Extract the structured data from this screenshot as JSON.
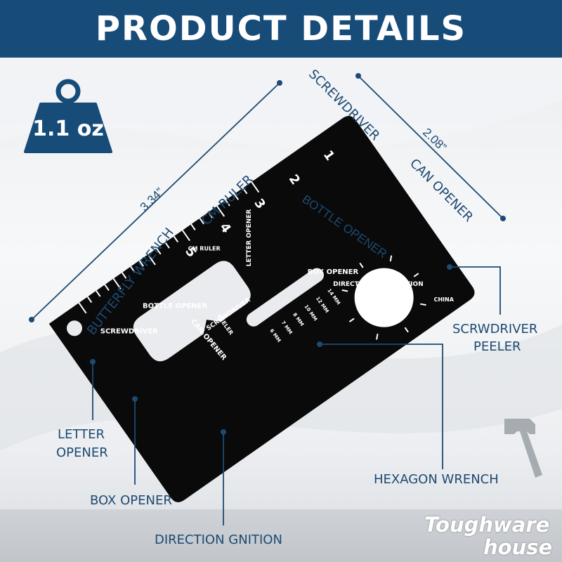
{
  "header": {
    "title": "PRODUCT DETAILS"
  },
  "weight": {
    "value": "1.1 oz"
  },
  "dimensions": {
    "length": "3.34”",
    "width": "2.08”"
  },
  "labels": {
    "screwdriver": "SCREWDRIVER",
    "can_opener": "CAN OPENER",
    "cm_ruler": "CM RULER",
    "bottle_opener": "BOTTLE OPENER",
    "butterfly_wrench": "BUTTERFLY WRENCH",
    "scrwdriver_peeler_1": "SCRWDRIVER",
    "scrwdriver_peeler_2": "PEELER",
    "letter_opener_1": "LETTER",
    "letter_opener_2": "OPENER",
    "hexagon_wrench": "HEXAGON WRENCH",
    "box_opener": "BOX OPENER",
    "direction_gnition": "DIRECTION GNITION"
  },
  "card": {
    "ruler_numbers": [
      "1",
      "2",
      "3",
      "4",
      "5"
    ],
    "engraved": {
      "screwdriver": "SCREWDRIVER",
      "bottle_opener": "BOTTLE OPENER",
      "can_opener": "CAN OPENER",
      "peeler": "PEELER",
      "screwdriver_2": "SCREWDRIVER",
      "cm_ruler": "CM RULER",
      "letter_opener": "LETTER OPENER",
      "box_opener": "BOX OPENER",
      "direction_recognition": "DIRECTION RECOGNITION",
      "china": "CHINA"
    },
    "wrench_sizes": [
      "6 MM",
      "7 MM",
      "8 MM",
      "10 MM",
      "12 MM",
      "14 MM"
    ]
  },
  "brand": {
    "line1": "Toughware",
    "line2": "house"
  },
  "colors": {
    "brand_blue": "#174b78",
    "label_blue": "#1d4a73",
    "card": "#0a0a0a"
  },
  "icons": {
    "weight": "weight-icon",
    "hammer": "hammer-icon"
  }
}
